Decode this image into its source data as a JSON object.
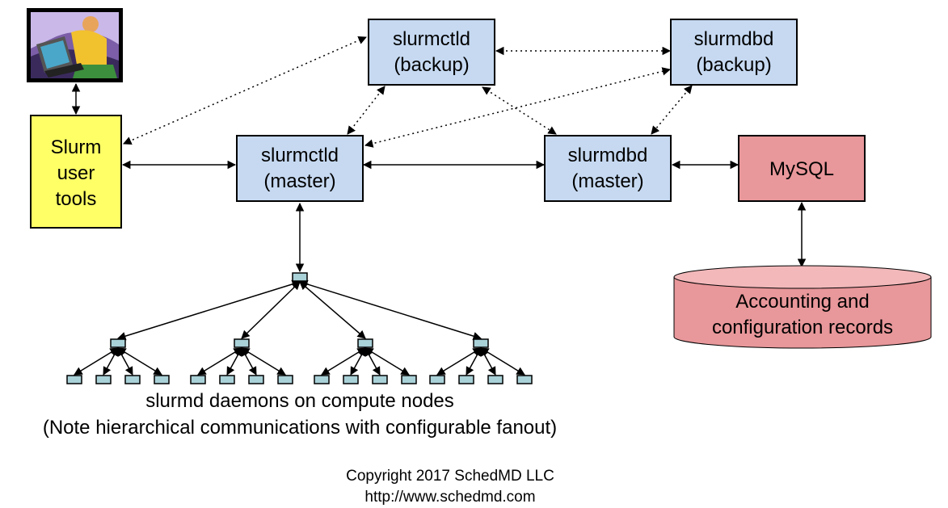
{
  "boxes": {
    "user_tools": {
      "lines": [
        "Slurm",
        "user",
        "tools"
      ],
      "fill": "#ffff66"
    },
    "ctld_backup": {
      "lines": [
        "slurmctld",
        "(backup)"
      ],
      "fill": "#c6d9f1"
    },
    "dbd_backup": {
      "lines": [
        "slurmdbd",
        "(backup)"
      ],
      "fill": "#c6d9f1"
    },
    "ctld_master": {
      "lines": [
        "slurmctld",
        "(master)"
      ],
      "fill": "#c6d9f1"
    },
    "dbd_master": {
      "lines": [
        "slurmdbd",
        "(master)"
      ],
      "fill": "#c6d9f1"
    },
    "mysql": {
      "lines": [
        "MySQL"
      ],
      "fill": "#e8979a"
    }
  },
  "database": {
    "lines": [
      "Accounting and",
      "configuration records"
    ],
    "fill": "#e8979a",
    "top_fill": "#f2b8ba"
  },
  "node_color": "#a9d1d8",
  "caption": {
    "line1": "slurmd daemons on compute nodes",
    "line2": "(Note hierarchical communications with configurable fanout)"
  },
  "copyright": {
    "line1": "Copyright 2017 SchedMD LLC",
    "line2": "http://www.schedmd.com"
  },
  "icons": {
    "user": "computer-user-icon"
  }
}
